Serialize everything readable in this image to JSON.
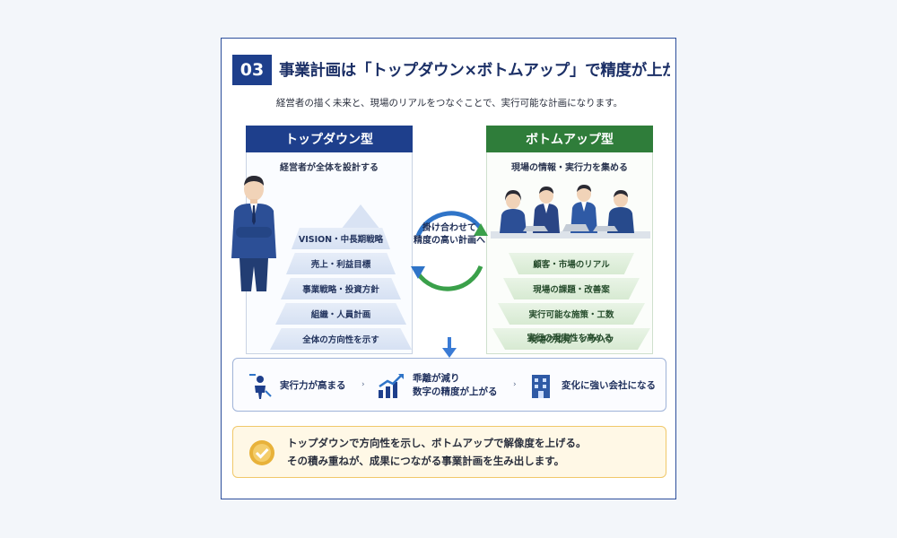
{
  "header": {
    "number": "03",
    "title": "事業計画は「トップダウン×ボトムアップ」で精度が上がる",
    "subtitle": "経営者の描く未来と、現場のリアルをつなぐことで、実行可能な計画になります。"
  },
  "top_down": {
    "label": "トップダウン型",
    "caption": "経営者が全体を設計する",
    "tiers": [
      "VISION・中長期戦略",
      "売上・利益目標",
      "事業戦略・投資方針",
      "組織・人員計画",
      "全体の方向性を示す"
    ]
  },
  "bottom_up": {
    "label": "ボトムアップ型",
    "caption": "現場の情報・実行力を集める",
    "tiers": [
      "顧客・市場のリアル",
      "現場の課題・改善案",
      "実行可能な施策・工数",
      "現場の知見・ノウハウ",
      "実行の現実性を高める"
    ]
  },
  "center": {
    "line1": "掛け合わせて",
    "line2": "精度の高い計画へ"
  },
  "benefits": [
    {
      "text": "実行力が高まる",
      "icon": "person-target-icon"
    },
    {
      "line1": "乖離が減り",
      "line2": "数字の精度が上がる",
      "icon": "growth-chart-icon"
    },
    {
      "text": "変化に強い会社になる",
      "icon": "building-icon"
    }
  ],
  "summary": {
    "line1": "トップダウンで方向性を示し、ボトムアップで解像度を上げる。",
    "line2": "その積み重ねが、成果につながる事業計画を生み出します。",
    "icon": "check-badge-icon"
  },
  "colors": {
    "navy": "#1e3f8c",
    "green": "#2f7d3a",
    "accent_blue": "#2f74c8",
    "gold": "#e8b23a"
  }
}
